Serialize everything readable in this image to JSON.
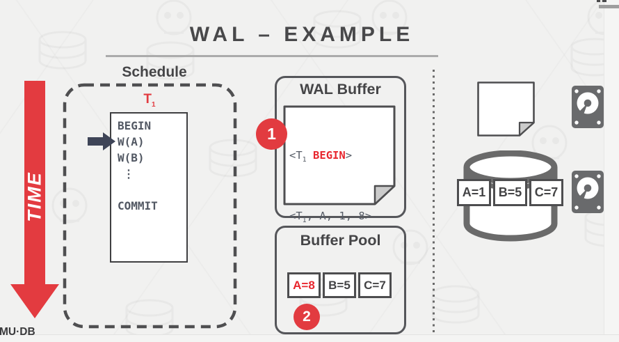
{
  "slide": {
    "title": "WAL – EXAMPLE",
    "logo": "MU·DB"
  },
  "timeline": {
    "label": "TIME"
  },
  "schedule": {
    "heading": "Schedule",
    "txn": {
      "name": "T",
      "sub": "1"
    },
    "ops": [
      "BEGIN",
      "W(A)",
      "W(B)",
      "⋮",
      "COMMIT"
    ]
  },
  "wal_buffer": {
    "heading": "WAL Buffer",
    "badge": "1",
    "entries": [
      {
        "open": "<T",
        "sub": "1",
        "keyword": " BEGIN",
        "close": ">"
      },
      {
        "open": "<T",
        "sub": "1",
        "rest": ", A, 1, 8>"
      }
    ]
  },
  "buffer_pool": {
    "heading": "Buffer Pool",
    "badge": "2",
    "cells": [
      {
        "label": "A=8",
        "highlight": true
      },
      {
        "label": "B=5",
        "highlight": false
      },
      {
        "label": "C=7",
        "highlight": false
      }
    ]
  },
  "disk": {
    "cells": [
      {
        "label": "A=1"
      },
      {
        "label": "B=5"
      },
      {
        "label": "C=7"
      }
    ]
  },
  "colors": {
    "background": "#f1f1f0",
    "accent_red": "#e23b40",
    "keyword_red": "#e8262e",
    "panel_border": "#55565a",
    "heading_text": "#454547",
    "mono_text": "#525863",
    "navy_arrow": "#3e4457",
    "disk_gray": "#696a6c"
  }
}
